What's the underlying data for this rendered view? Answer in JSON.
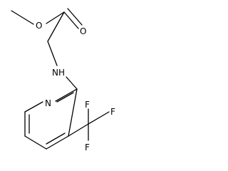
{
  "molecule": {
    "atoms": {
      "carbonyl_oxygen": "O",
      "ester_oxygen": "O",
      "amine": "NH",
      "ring_nitrogen": "N",
      "fluorine_1": "F",
      "fluorine_2": "F",
      "fluorine_3": "F"
    }
  }
}
